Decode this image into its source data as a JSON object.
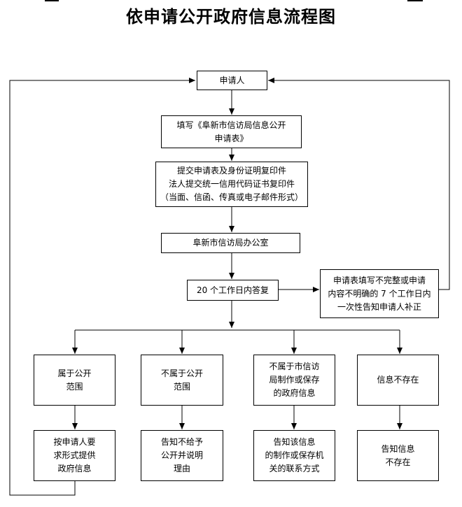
{
  "title": "依申请公开政府信息流程图",
  "nodes": {
    "applicant": "申请人",
    "fill_form": [
      "填写《阜新市信访局信息公开",
      "申请表》"
    ],
    "submit": [
      "提交申请表及身份证明复印件",
      "法人提交统一信用代码证书复印件",
      "（当面、信函、传真或电子邮件形式）"
    ],
    "office": "阜新市信访局办公室",
    "reply": "20 个工作日内答复",
    "incomplete": [
      "申请表填写不完整或申请",
      "内容不明确的 7 个工作日内",
      "一次性告知申请人补正"
    ],
    "public_scope": [
      "属于公开",
      "范围"
    ],
    "not_public_scope": [
      "不属于公开",
      "范围"
    ],
    "not_produced": [
      "不属于市信访",
      "局制作或保存",
      "的政府信息"
    ],
    "not_exist": "信息不存在",
    "provide_info": [
      "按申请人要",
      "求形式提供",
      "政府信息"
    ],
    "deny_explain": [
      "告知不给予",
      "公开并说明",
      "理由"
    ],
    "notify_contact": [
      "告知该信息",
      "的制作或保存机",
      "关的联系方式"
    ],
    "notify_not_exist": [
      "告知信息",
      "不存在"
    ]
  }
}
